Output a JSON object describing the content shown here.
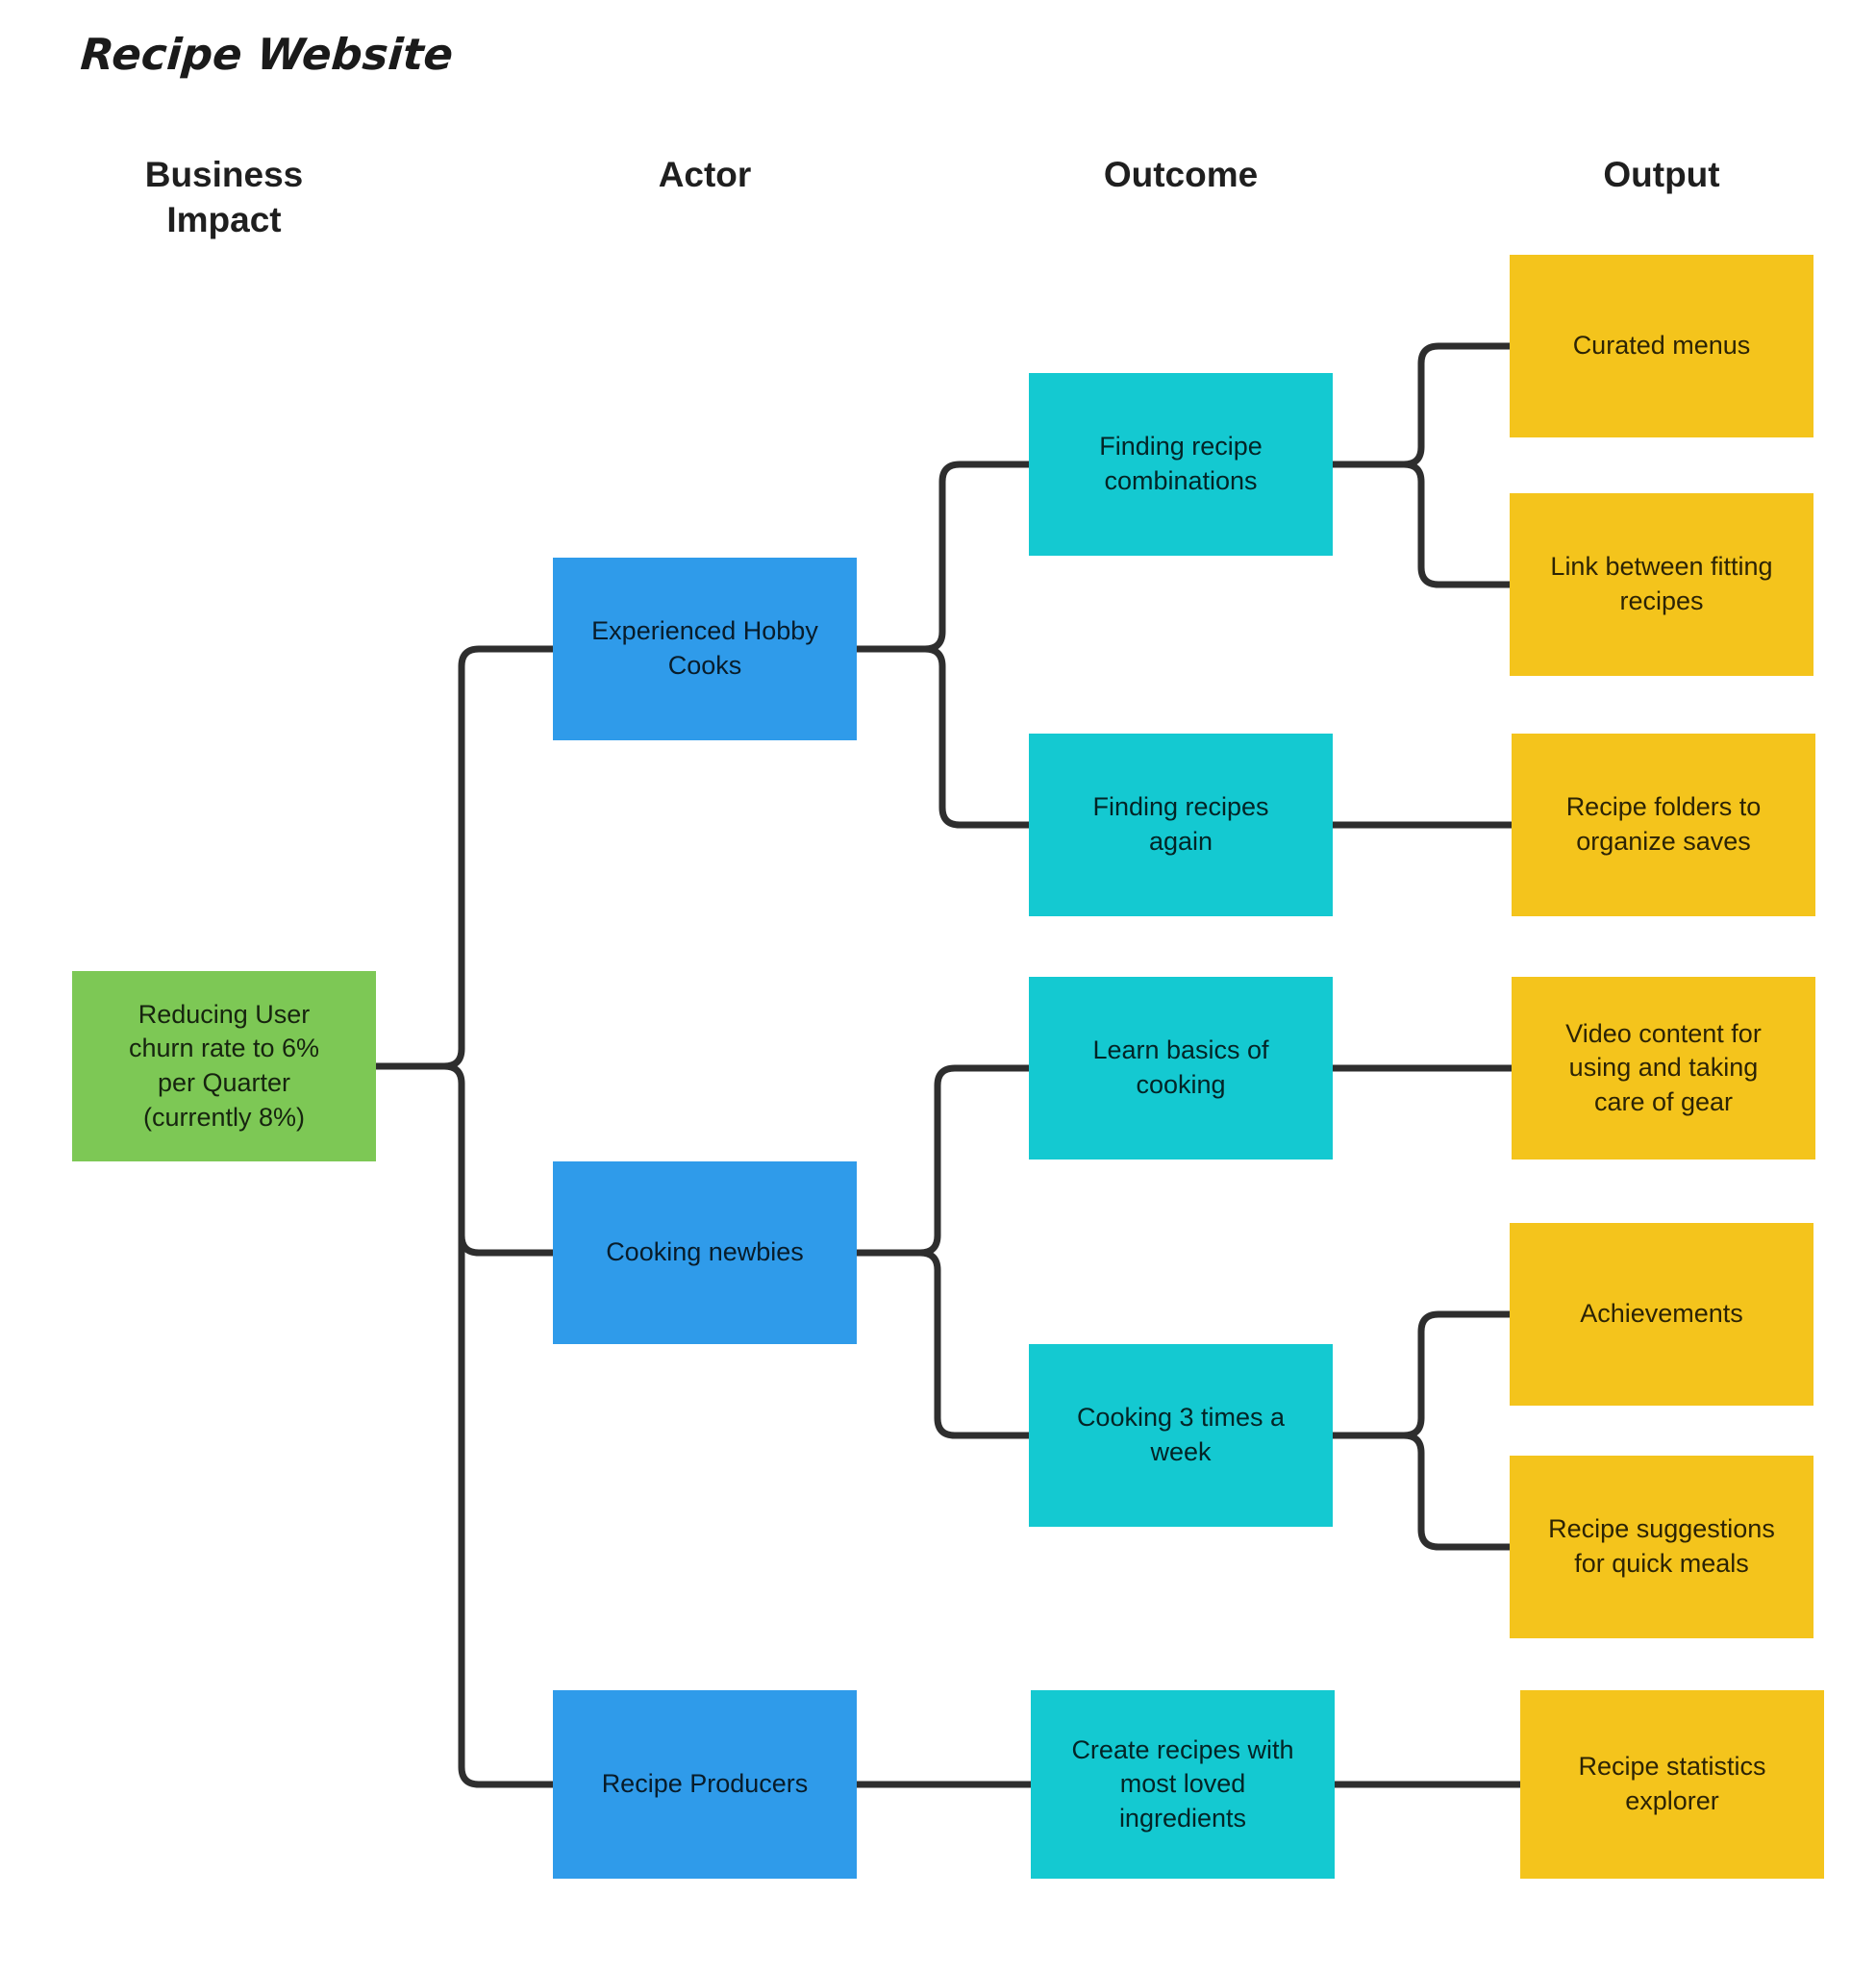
{
  "title": "Recipe Website",
  "columns": [
    {
      "label": "Business\nImpact"
    },
    {
      "label": "Actor"
    },
    {
      "label": "Outcome"
    },
    {
      "label": "Output"
    }
  ],
  "colors": {
    "impact_fill": "#7dc855",
    "actor_fill": "#2f9bea",
    "outcome_fill": "#14c9d1",
    "output_fill": "#f4c41c",
    "connector": "#2e2e2e",
    "background": "#ffffff",
    "text": "#1f1f1f"
  },
  "nodes": {
    "impact": {
      "id": "impact",
      "label": "Reducing User\nchurn rate to 6%\nper Quarter\n(currently 8%)"
    },
    "actors": [
      {
        "id": "experienced-hobby-cooks",
        "label": "Experienced Hobby\nCooks"
      },
      {
        "id": "cooking-newbies",
        "label": "Cooking newbies"
      },
      {
        "id": "recipe-producers",
        "label": "Recipe Producers"
      }
    ],
    "outcomes": [
      {
        "id": "finding-recipe-combinations",
        "label": "Finding recipe\ncombinations"
      },
      {
        "id": "finding-recipes-again",
        "label": "Finding recipes\nagain"
      },
      {
        "id": "learn-basics-of-cooking",
        "label": "Learn basics of\ncooking"
      },
      {
        "id": "cooking-3-times-a-week",
        "label": "Cooking 3 times a\nweek"
      },
      {
        "id": "create-recipes-with-most-loved-ingredients",
        "label": "Create recipes with\nmost loved\ningredients"
      }
    ],
    "outputs": [
      {
        "id": "curated-menus",
        "label": "Curated menus"
      },
      {
        "id": "link-between-fitting-recipes",
        "label": "Link between fitting\nrecipes"
      },
      {
        "id": "recipe-folders-to-organize-saves",
        "label": "Recipe folders to\norganize saves"
      },
      {
        "id": "video-content-for-gear",
        "label": "Video content for\nusing and taking\ncare of gear"
      },
      {
        "id": "achievements",
        "label": "Achievements"
      },
      {
        "id": "recipe-suggestions-for-quick-meals",
        "label": "Recipe suggestions\nfor quick meals"
      },
      {
        "id": "recipe-statistics-explorer",
        "label": "Recipe statistics\nexplorer"
      }
    ]
  },
  "edges": [
    {
      "from": "impact",
      "to": "experienced-hobby-cooks"
    },
    {
      "from": "impact",
      "to": "cooking-newbies"
    },
    {
      "from": "impact",
      "to": "recipe-producers"
    },
    {
      "from": "experienced-hobby-cooks",
      "to": "finding-recipe-combinations"
    },
    {
      "from": "experienced-hobby-cooks",
      "to": "finding-recipes-again"
    },
    {
      "from": "cooking-newbies",
      "to": "learn-basics-of-cooking"
    },
    {
      "from": "cooking-newbies",
      "to": "cooking-3-times-a-week"
    },
    {
      "from": "recipe-producers",
      "to": "create-recipes-with-most-loved-ingredients"
    },
    {
      "from": "finding-recipe-combinations",
      "to": "curated-menus"
    },
    {
      "from": "finding-recipe-combinations",
      "to": "link-between-fitting-recipes"
    },
    {
      "from": "finding-recipes-again",
      "to": "recipe-folders-to-organize-saves"
    },
    {
      "from": "learn-basics-of-cooking",
      "to": "video-content-for-gear"
    },
    {
      "from": "cooking-3-times-a-week",
      "to": "achievements"
    },
    {
      "from": "cooking-3-times-a-week",
      "to": "recipe-suggestions-for-quick-meals"
    },
    {
      "from": "create-recipes-with-most-loved-ingredients",
      "to": "recipe-statistics-explorer"
    }
  ]
}
